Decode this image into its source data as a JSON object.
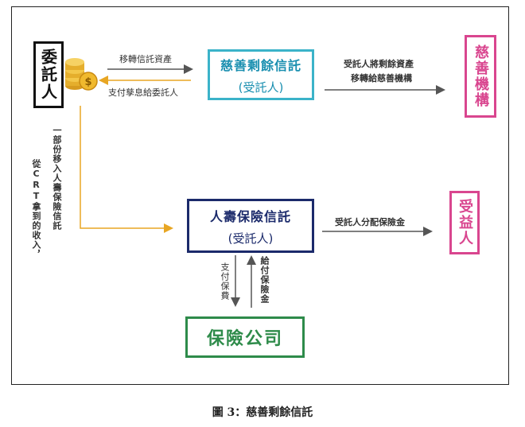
{
  "diagram": {
    "settlor": {
      "text": "委託人"
    },
    "charity_trust": {
      "title": "慈善剩餘信託",
      "subtitle": "(受託人)"
    },
    "charity_org": {
      "text": "慈善機構"
    },
    "life_trust": {
      "title": "人壽保險信託",
      "subtitle": "(受託人)"
    },
    "insurer": {
      "text": "保險公司"
    },
    "beneficiary": {
      "text": "受益人"
    },
    "labels": {
      "transfer_assets": "移轉信託資產",
      "pay_interest": "支付孳息給委託人",
      "trustee_transfer_line1": "受託人將剩餘資產",
      "trustee_transfer_line2": "移轉給慈善機構",
      "crt_income": "從CRT拿到的收入，",
      "partial_transfer": "一部份移入人壽保險信託",
      "distribute_insurance": "受託人分配保險金",
      "pay_premium": "支付保費",
      "pay_insurance": "給付保險金"
    },
    "colors": {
      "charity_trust_border": "#3bb3c9",
      "charity_trust_text": "#1a8fb0",
      "charity_org": "#d9468f",
      "life_trust": "#1b2a6b",
      "insurer": "#2e8b4a",
      "orange_arrow": "#e8a623",
      "gray_arrow": "#555555"
    }
  },
  "caption": "圖 3：慈善剩餘信託"
}
